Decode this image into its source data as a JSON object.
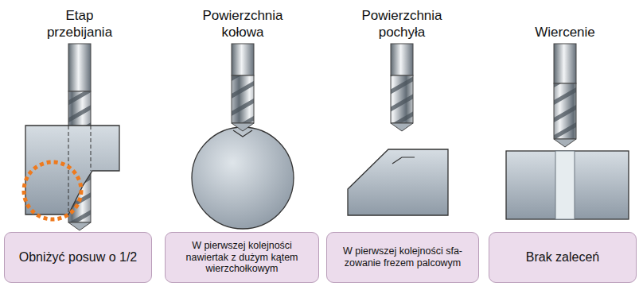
{
  "diagram": {
    "nodes": [
      {
        "text": [
          "Obniżyć posuw o 1/2"
        ]
      },
      {
        "text": [
          "W pierwszej kolejności nawiertak z dużym kątem wierzchołkowym"
        ]
      },
      {
        "text": [
          "W pierwszej kolejności sfa- zowanie frezem palcowym"
        ]
      },
      {
        "text": [
          "Brak zaleceń"
        ]
      }
    ],
    "labels": [
      "Etap przebijania",
      "Powierzchnia kołowa",
      "Powierzchnia pochyła",
      "Wiercenie"
    ]
  }
}
